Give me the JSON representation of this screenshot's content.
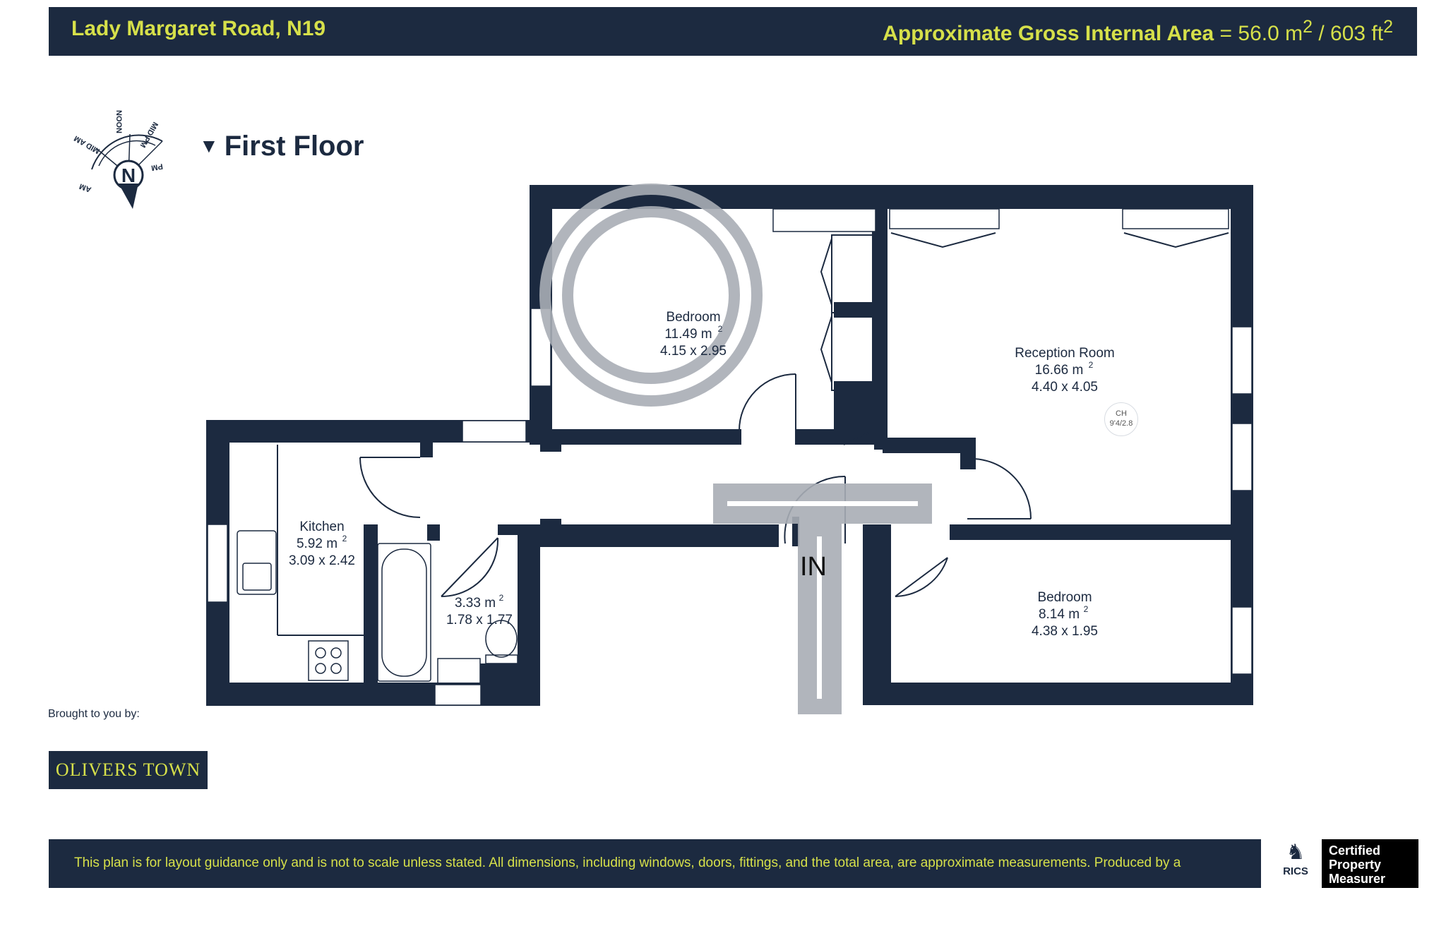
{
  "header": {
    "address": "Lady Margaret Road, N19",
    "area_label": "Approximate Gross Internal Area",
    "area_value": "= 56.0 m",
    "area_sup1": "2",
    "area_ft": " / 603 ft",
    "area_sup2": "2"
  },
  "compass": {
    "north": "N",
    "labels": [
      "NOON",
      "MID PM",
      "PM",
      "MID AM",
      "AM"
    ]
  },
  "floor": {
    "marker": "▼",
    "title": "First Floor"
  },
  "rooms": [
    {
      "name": "Bedroom",
      "area": "11.49 m",
      "dims": "4.15 x 2.95"
    },
    {
      "name": "Reception Room",
      "area": "16.66 m",
      "dims": "4.40 x 4.05"
    },
    {
      "name": "Kitchen",
      "area": "5.92 m",
      "dims": "3.09 x 2.42"
    },
    {
      "name": "",
      "area": "3.33 m",
      "dims": "1.78 x 1.77"
    },
    {
      "name": "Bedroom",
      "area": "8.14 m",
      "dims": "4.38 x 1.95"
    }
  ],
  "sq": "2",
  "ceiling_height": {
    "label": "CH",
    "value": "9'4/2.8"
  },
  "entrance": "IN",
  "brought_by": "Brought to you by:",
  "agent_logo": "OLIVERS TOWN",
  "footer": {
    "disclaimer": "This plan is for layout guidance only and is not to scale unless stated. All dimensions, including windows, doors, fittings, and the total area, are approximate measurements. Produced by a",
    "rics": "RICS",
    "cert_line1": "Certified",
    "cert_line2": "Property",
    "cert_line3": "Measurer"
  },
  "colors": {
    "navy": "#1c2a40",
    "accent": "#d6e04a",
    "watermark": "#a8adb5"
  }
}
